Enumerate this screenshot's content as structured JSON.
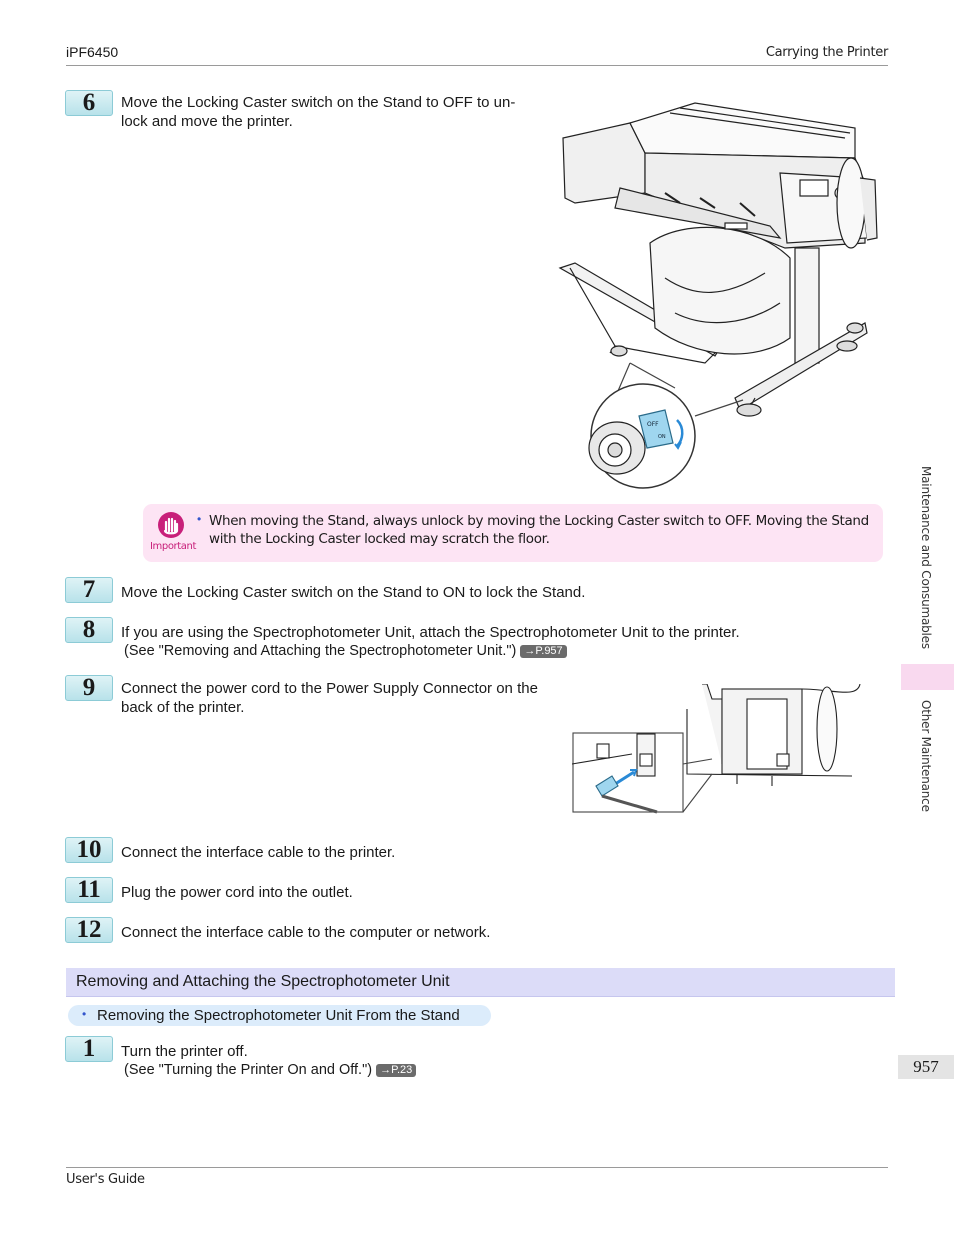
{
  "header": {
    "model": "iPF6450",
    "section": "Carrying the Printer"
  },
  "steps": [
    {
      "num": "6",
      "text": "Move the Locking Caster switch on the Stand to OFF to un-",
      "text2": "lock and move the printer."
    },
    {
      "num": "7",
      "text": "Move the Locking Caster switch on the Stand to ON to lock the Stand."
    },
    {
      "num": "8",
      "text": "If you are using the Spectrophotometer Unit, attach the Spectrophotometer Unit to the printer.",
      "see": "(See \"Removing and Attaching the Spectrophotometer Unit.\")",
      "ref": "→P.957"
    },
    {
      "num": "9",
      "text": "Connect the power cord to the Power Supply Connector on the",
      "text2": "back of the printer."
    },
    {
      "num": "10",
      "text": "Connect the interface cable to the printer."
    },
    {
      "num": "11",
      "text": "Plug the power cord into the outlet."
    },
    {
      "num": "12",
      "text": "Connect the interface cable to the computer or network."
    }
  ],
  "important": {
    "label": "Important",
    "text": "When moving the Stand, always unlock by moving the Locking Caster switch to OFF. Moving the Stand with the Locking Caster locked may scratch the floor."
  },
  "figure_switch_labels": {
    "off": "OFF",
    "on": "ON"
  },
  "section": {
    "title": "Removing and Attaching the Spectrophotometer Unit",
    "subsection": "Removing the Spectrophotometer Unit From the Stand",
    "step": {
      "num": "1",
      "text": "Turn the printer off.",
      "see": "(See \"Turning the Printer On and Off.\")",
      "ref": "→P.23"
    }
  },
  "side_tabs": {
    "chapter": "Maintenance and Consumables",
    "subchapter": "Other Maintenance"
  },
  "page_number": "957",
  "footer": {
    "guide": "User's Guide"
  },
  "colors": {
    "step_badge": "#b8e2ea",
    "important_bg": "#fde4f4",
    "important_accent": "#c8207a",
    "section_bar": "#dcdcf8",
    "subsection_pill": "#dcecfb",
    "bullet": "#3355cc"
  }
}
